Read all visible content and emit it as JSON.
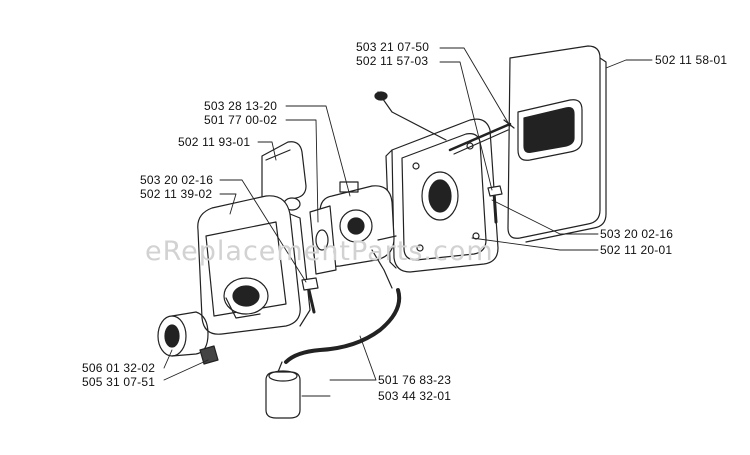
{
  "watermark": "eReplacementParts.com",
  "parts": {
    "p1": "503 21 07-50",
    "p2": "502 11 57-03",
    "p3": "502 11 58-01",
    "p4": "503 28 13-20",
    "p5": "501 77 00-02",
    "p6": "502 11 93-01",
    "p7": "503 20 02-16",
    "p8": "502 11 39-02",
    "p9": "503 20 02-16",
    "p10": "502 11 20-01",
    "p11": "506 01 32-02",
    "p12": "505 31 07-51",
    "p13": "501 76 83-23",
    "p14": "503 44 32-01"
  }
}
